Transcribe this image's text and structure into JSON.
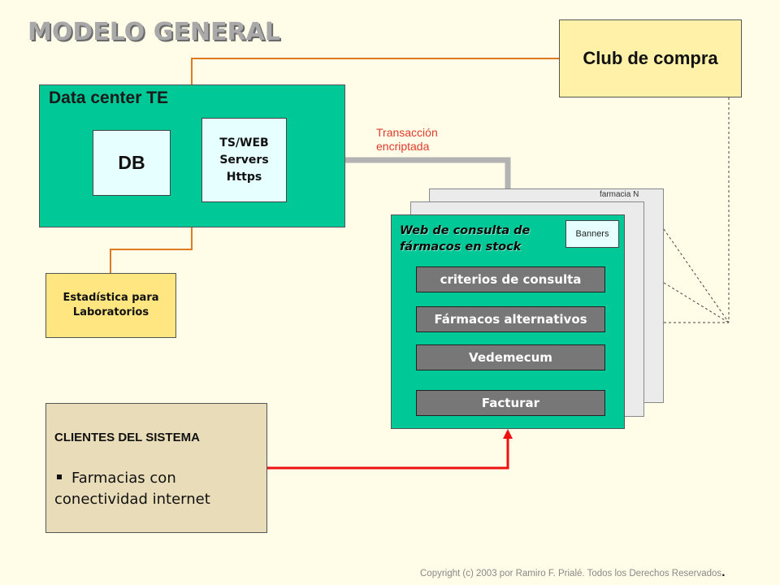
{
  "title": "MODELO GENERAL",
  "club": {
    "label": "Club de compra"
  },
  "datacenter": {
    "label": "Data center TE",
    "db_label": "DB",
    "server_lines": [
      "TS/WEB",
      "Servers",
      "Https"
    ]
  },
  "stats": {
    "lines": [
      "Estadística para",
      "Laboratorios"
    ]
  },
  "transaction": {
    "lines": [
      "Transacción",
      "encriptada"
    ]
  },
  "pharmacy_sheets": {
    "back_label": "farmacia N"
  },
  "web": {
    "title_lines": [
      "Web de consulta de",
      "fármacos en stock"
    ],
    "banners_label": "Banners",
    "menu": [
      {
        "label": "criterios de consulta"
      },
      {
        "label": "Fármacos alternativos"
      },
      {
        "label": "Vedemecum"
      },
      {
        "label": "Facturar"
      }
    ]
  },
  "clients": {
    "heading": "CLIENTES  DEL SISTEMA",
    "item_lines": [
      "Farmacias con",
      "conectividad internet"
    ]
  },
  "copyright": "Copyright (c) 2003 por Ramiro F. Prialé. Todos los Derechos Reservados",
  "colors": {
    "orange_line": "#e07a1e",
    "red_arrow": "#ee1111",
    "gray_link": "#b3b3b3",
    "dashed": "#444444",
    "green_box": "#00c896"
  }
}
